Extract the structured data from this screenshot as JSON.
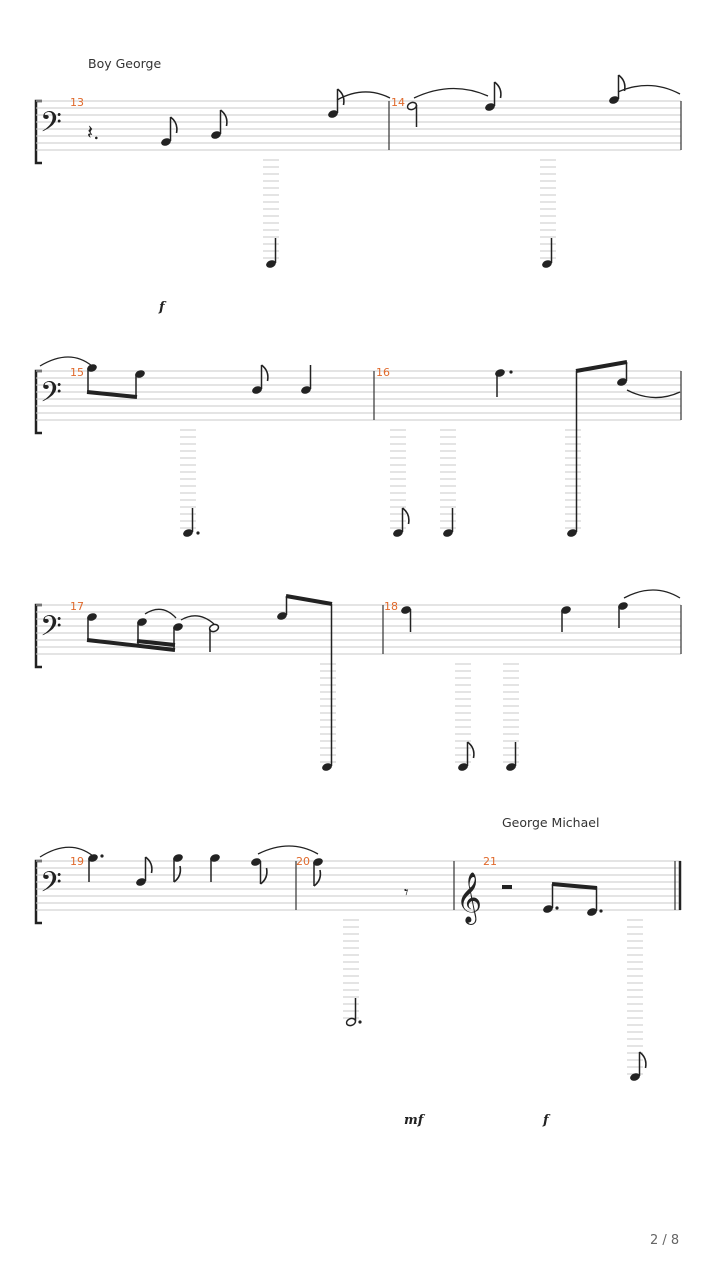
{
  "performers": {
    "first": "Boy George",
    "second": "George Michael"
  },
  "measures": {
    "m13": "13",
    "m14": "14",
    "m15": "15",
    "m16": "16",
    "m17": "17",
    "m18": "18",
    "m19": "19",
    "m20": "20",
    "m21": "21"
  },
  "dynamics": {
    "d1": "f",
    "d2": "mf",
    "d3": "f"
  },
  "page": {
    "number": "2 / 8"
  }
}
